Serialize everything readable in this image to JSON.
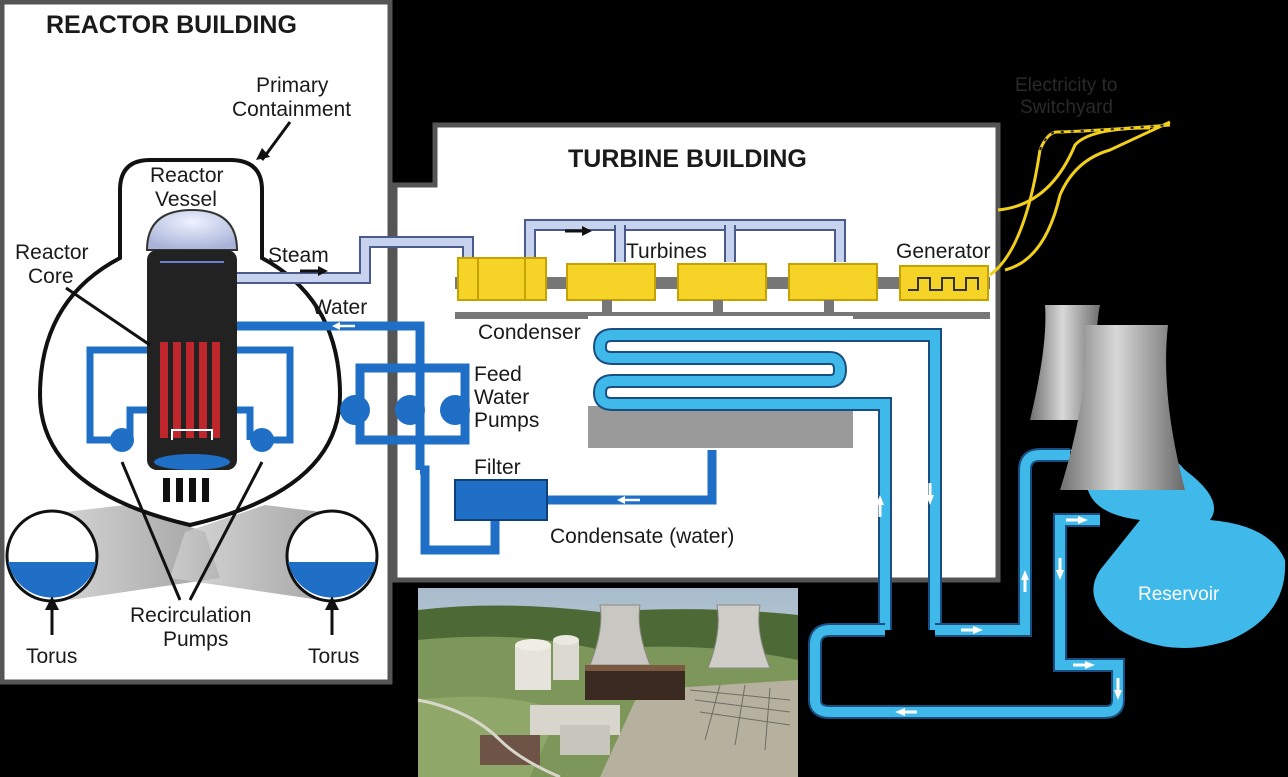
{
  "reactor_building": {
    "title": "REACTOR BUILDING",
    "primary_containment": [
      "Primary",
      "Containment"
    ],
    "reactor_vessel": [
      "Reactor",
      "Vessel"
    ],
    "reactor_core": [
      "Reactor",
      "Core"
    ],
    "steam": "Steam",
    "water": "Water",
    "recirculation_pumps": [
      "Recirculation",
      "Pumps"
    ],
    "torus_left": "Torus",
    "torus_right": "Torus"
  },
  "turbine_building": {
    "title": "TURBINE BUILDING",
    "turbines": "Turbines",
    "generator": "Generator",
    "condenser": "Condenser",
    "feed_water_pumps": [
      "Feed",
      "Water",
      "Pumps"
    ],
    "filter": "Filter",
    "condensate": "Condensate (water)"
  },
  "outside": {
    "electricity": [
      "Electricity to",
      "Switchyard"
    ],
    "reservoir": "Reservoir"
  },
  "colors": {
    "water_dark": "#1f6fc6",
    "water_light": "#3fb8ea",
    "steam": "#c7d3ee",
    "turbine_yellow": "#f5d327",
    "wire_yellow": "#f2cf1b",
    "building_fill": "#ffffff",
    "building_border": "#555555",
    "condenser_gray": "#9a9a9a",
    "fuel_red": "#c0272d"
  },
  "icons": [
    "flow-arrow-icon",
    "cooling-tower-icon",
    "pump-icon",
    "photo-plant-icon"
  ]
}
